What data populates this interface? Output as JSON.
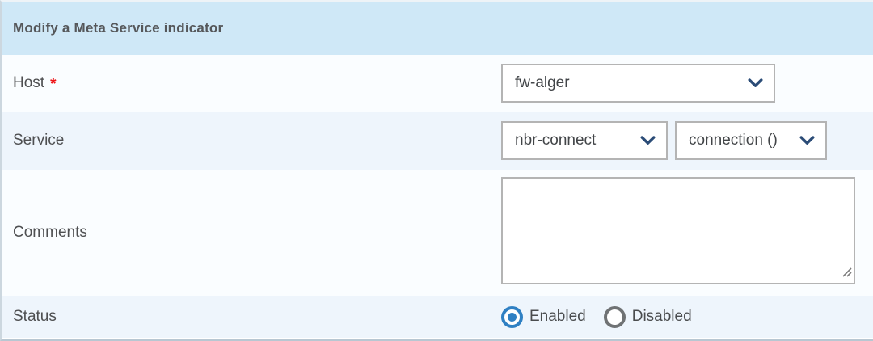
{
  "panel": {
    "title": "Modify a Meta Service indicator"
  },
  "fields": {
    "host": {
      "label": "Host",
      "required_marker": "*",
      "value": "fw-alger"
    },
    "service": {
      "label": "Service",
      "service_value": "nbr-connect",
      "metric_value": "connection ()"
    },
    "comments": {
      "label": "Comments",
      "value": ""
    },
    "status": {
      "label": "Status",
      "options": [
        {
          "label": "Enabled",
          "selected": true
        },
        {
          "label": "Disabled",
          "selected": false
        }
      ]
    }
  },
  "colors": {
    "header_bg": "#cfe8f7",
    "row_light": "#fafdff",
    "row_blue": "#eef5fc",
    "select_border": "#b4b4b4",
    "chevron": "#2b4c77",
    "radio_selected": "#2f80c3",
    "radio_unselected": "#6f7274",
    "required": "#ee1215",
    "label_text": "#4e4f51"
  }
}
